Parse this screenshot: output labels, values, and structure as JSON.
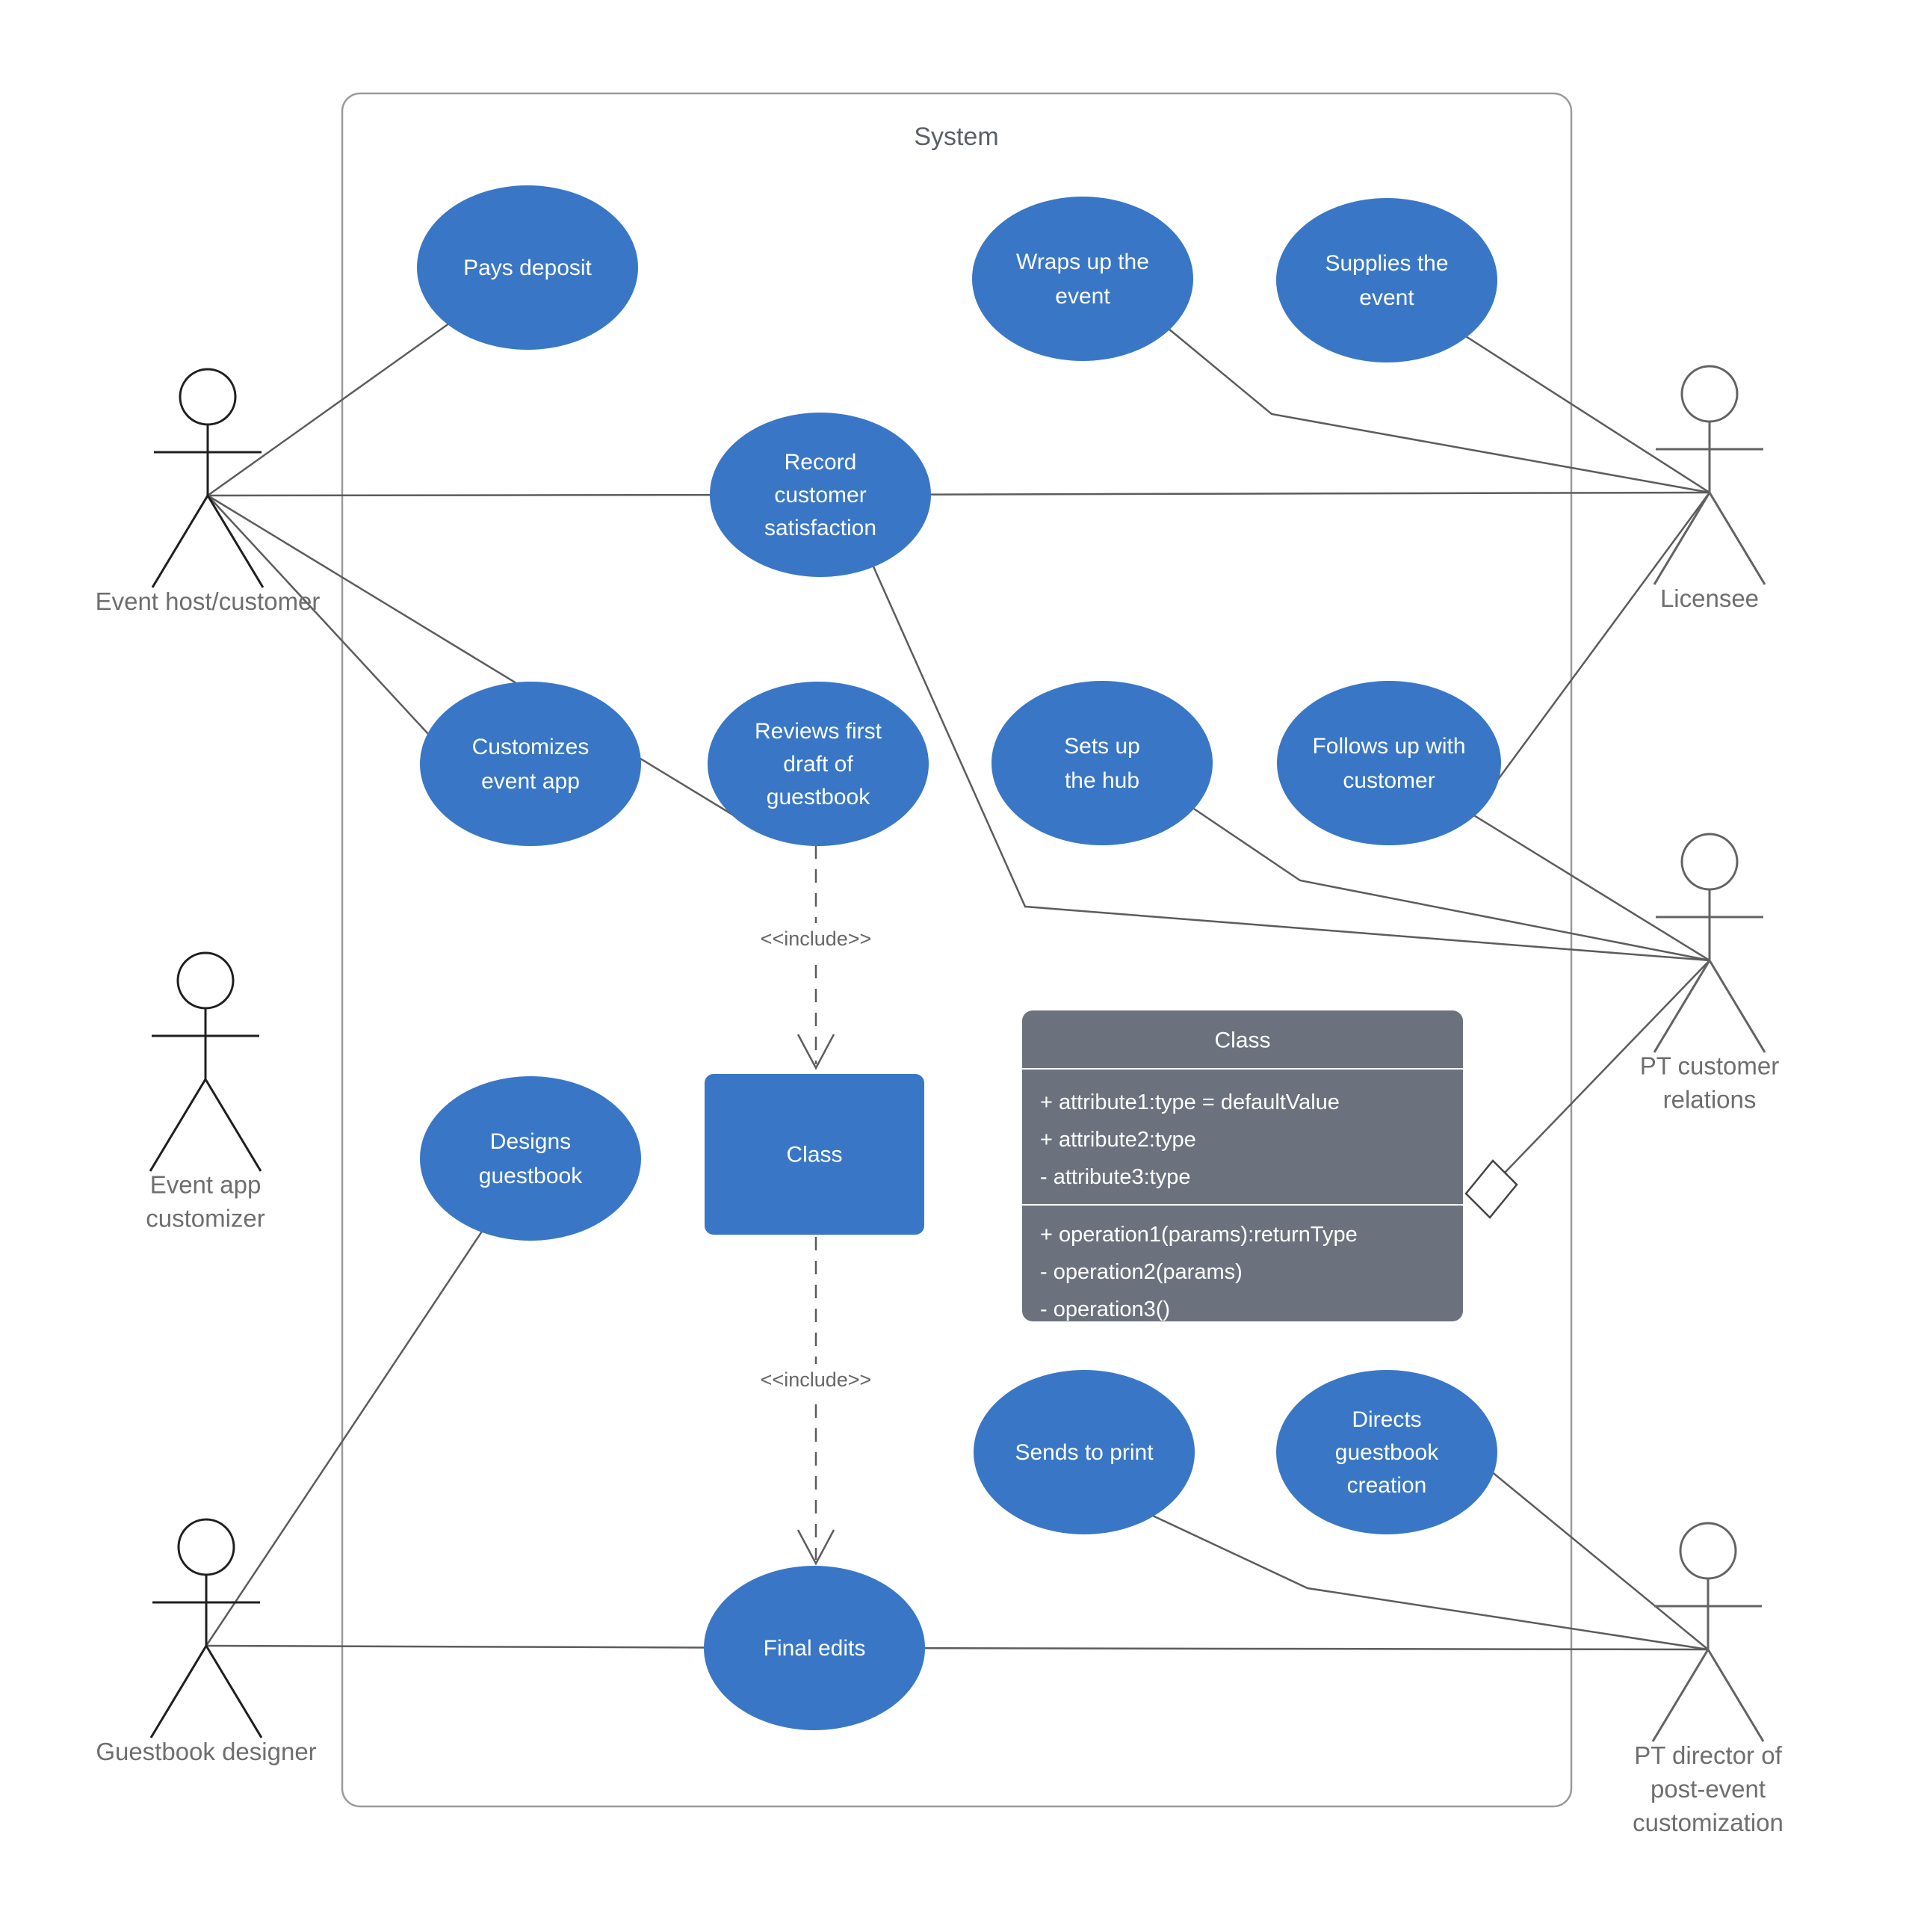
{
  "system": {
    "label": "System"
  },
  "include_label": "<<include>>",
  "actors": {
    "event_host": {
      "label": "Event host/customer"
    },
    "event_app_customizer": {
      "label": "Event app\ncustomizer"
    },
    "guestbook_designer": {
      "label": "Guestbook designer"
    },
    "licensee": {
      "label": "Licensee"
    },
    "pt_customer_relations": {
      "label": "PT customer\nrelations"
    },
    "pt_director": {
      "label": "PT director of\npost-event\ncustomization"
    }
  },
  "use_cases": {
    "pays_deposit": {
      "label": "Pays deposit"
    },
    "wraps_up_event": {
      "label": "Wraps up the\nevent"
    },
    "supplies_event": {
      "label": "Supplies the\nevent"
    },
    "record_satisfaction": {
      "label": "Record\ncustomer\nsatisfaction"
    },
    "customizes_app": {
      "label": "Customizes\nevent app"
    },
    "reviews_draft": {
      "label": "Reviews first\ndraft of\nguestbook"
    },
    "sets_up_hub": {
      "label": "Sets up\nthe hub"
    },
    "follows_up": {
      "label": "Follows up with\ncustomer"
    },
    "designs_guestbook": {
      "label": "Designs\nguestbook"
    },
    "sends_to_print": {
      "label": "Sends to print"
    },
    "directs_creation": {
      "label": "Directs\nguestbook\ncreation"
    },
    "final_edits": {
      "label": "Final edits"
    }
  },
  "class_shape": {
    "label": "Class"
  },
  "class_box": {
    "title": "Class",
    "attributes": [
      "+ attribute1:type = defaultValue",
      "+ attribute2:type",
      "- attribute3:type"
    ],
    "operations": [
      "+ operation1(params):returnType",
      "- operation2(params)",
      "- operation3()"
    ]
  },
  "colors": {
    "usecase_fill": "#3977C6",
    "usecase_text": "#ffffff",
    "class_box_fill": "#6C727D",
    "association_line": "#5c5c5c",
    "system_boundary": "#9a9a9a",
    "actor_label_text": "#6e6e6e"
  }
}
